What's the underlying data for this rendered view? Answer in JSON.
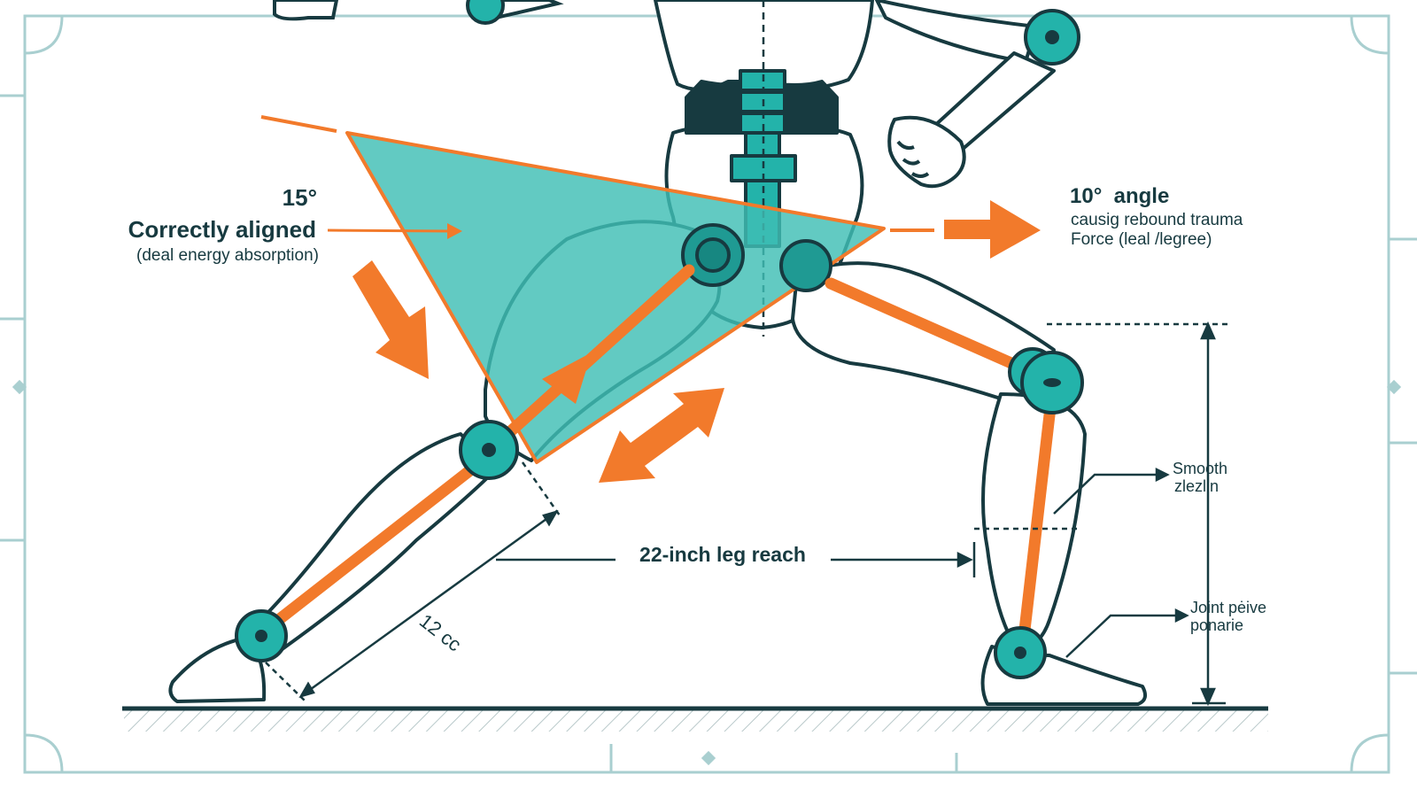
{
  "colors": {
    "outline": "#173a40",
    "teal": "#23b3aa",
    "teal_light": "#5cc9c0",
    "teal_dark": "#147f7a",
    "orange": "#f27a2b",
    "frame": "#a9cfd0"
  },
  "left_callout": {
    "angle": "15°",
    "title": "Correctly aligned",
    "subtitle": "(deal energy absorption)"
  },
  "right_callout": {
    "angle": "10°  angle",
    "line1": "causig rebound trauma",
    "line2": "Force (leal /legree)"
  },
  "measure": {
    "reach": "22-inch leg reach",
    "shin": "12 cc"
  },
  "side_notes": {
    "smooth_1": "Smooth",
    "smooth_2": "zlezlin",
    "joint_1": "Joint pėive",
    "joint_2": "ponarie"
  },
  "icons": [
    "joint-icon",
    "arrow-icon",
    "double-arrow-icon"
  ]
}
